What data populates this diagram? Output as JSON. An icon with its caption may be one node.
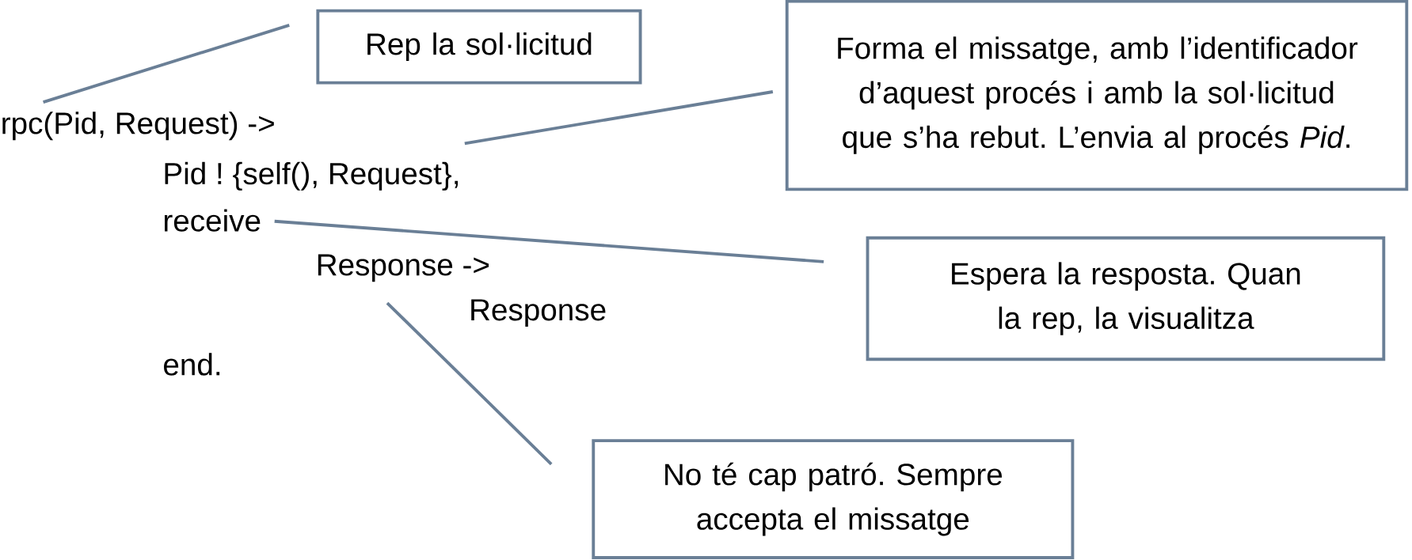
{
  "diagram": {
    "nodes": [
      {
        "text": [
          "Rep la sol·licitud"
        ]
      },
      {
        "text": [
          "rpc(Pid, Request) ->"
        ]
      },
      {
        "text": [
          "Forma el missatge, amb l’identificador d’aquest procés i amb la sol·licitud que s’ha rebut. L’envia al procés *Pid*."
        ]
      },
      {
        "text": [
          "Pid ! {self(), Request},"
        ]
      },
      {
        "text": [
          "receive"
        ]
      },
      {
        "text": [
          "Espera la resposta. Quan la rep, la visualitza"
        ]
      },
      {
        "text": [
          "Response ->"
        ]
      },
      {
        "text": [
          "No té cap patró. Sempre accepta el missatge"
        ]
      }
    ],
    "edges": [
      {
        "from": 1,
        "to": 0,
        "arrow": "none"
      },
      {
        "from": 3,
        "to": 2,
        "arrow": "none"
      },
      {
        "from": 4,
        "to": 5,
        "arrow": "none"
      },
      {
        "from": 6,
        "to": 7,
        "arrow": "none"
      }
    ],
    "labels": [
      "Response",
      "end."
    ]
  }
}
